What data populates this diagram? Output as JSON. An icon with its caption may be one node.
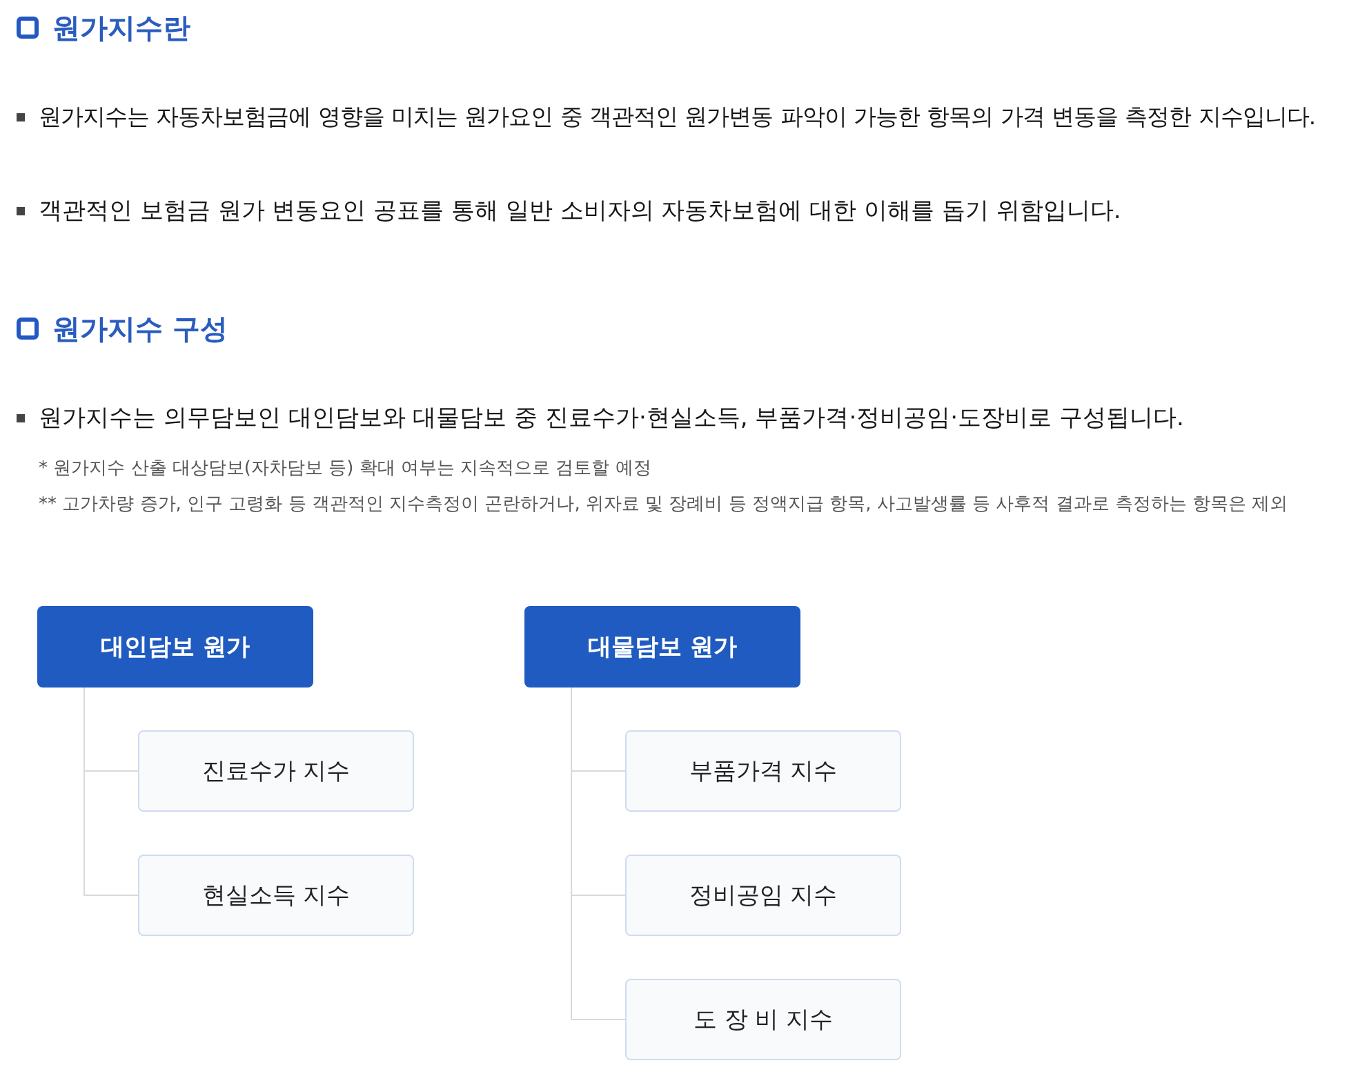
{
  "diagram": {
    "nodes": [
      {
        "text": [
          "대인담보 원가"
        ]
      },
      {
        "text": [
          "진료수가 지수"
        ]
      },
      {
        "text": [
          "현실소득 지수"
        ]
      },
      {
        "text": [
          "대물담보 원가"
        ]
      },
      {
        "text": [
          "부품가격 지수"
        ]
      },
      {
        "text": [
          "정비공임 지수"
        ]
      },
      {
        "text": [
          "도 장 비 지수"
        ]
      }
    ],
    "edges": [
      {
        "from": 0,
        "to": 1,
        "arrow": "none"
      },
      {
        "from": 0,
        "to": 2,
        "arrow": "none"
      },
      {
        "from": 3,
        "to": 4,
        "arrow": "none"
      },
      {
        "from": 3,
        "to": 5,
        "arrow": "none"
      },
      {
        "from": 3,
        "to": 6,
        "arrow": "none"
      }
    ],
    "labels": [
      "원가지수란",
      "원가지수는 자동차보험금에 영향을 미치는 원가요인 중 객관적인 원가변동 파악이 가능한 항목의 가격 변동을 측정한 지수입니다.",
      "객관적인 보험금 원가 변동요인 공표를 통해 일반 소비자의 자동차보험에 대한 이해를 돕기 위함입니다.",
      "원가지수 구성",
      "원가지수는 의무담보인 대인담보와 대물담보 중 진료수가·현실소득, 부품가격·정비공임·도장비로 구성됩니다.",
      "* 원가지수 산출 대상담보(자차담보 등) 확대 여부는 지속적으로 검토할 예정",
      "** 고가차량 증가, 인구 고령화 등 객관적인 지수측정이 곤란하거나, 위자료 및 장례비 등 정액지급 항목, 사고발생률 등 사후적 결과로 측정하는 항목은 제외"
    ]
  }
}
